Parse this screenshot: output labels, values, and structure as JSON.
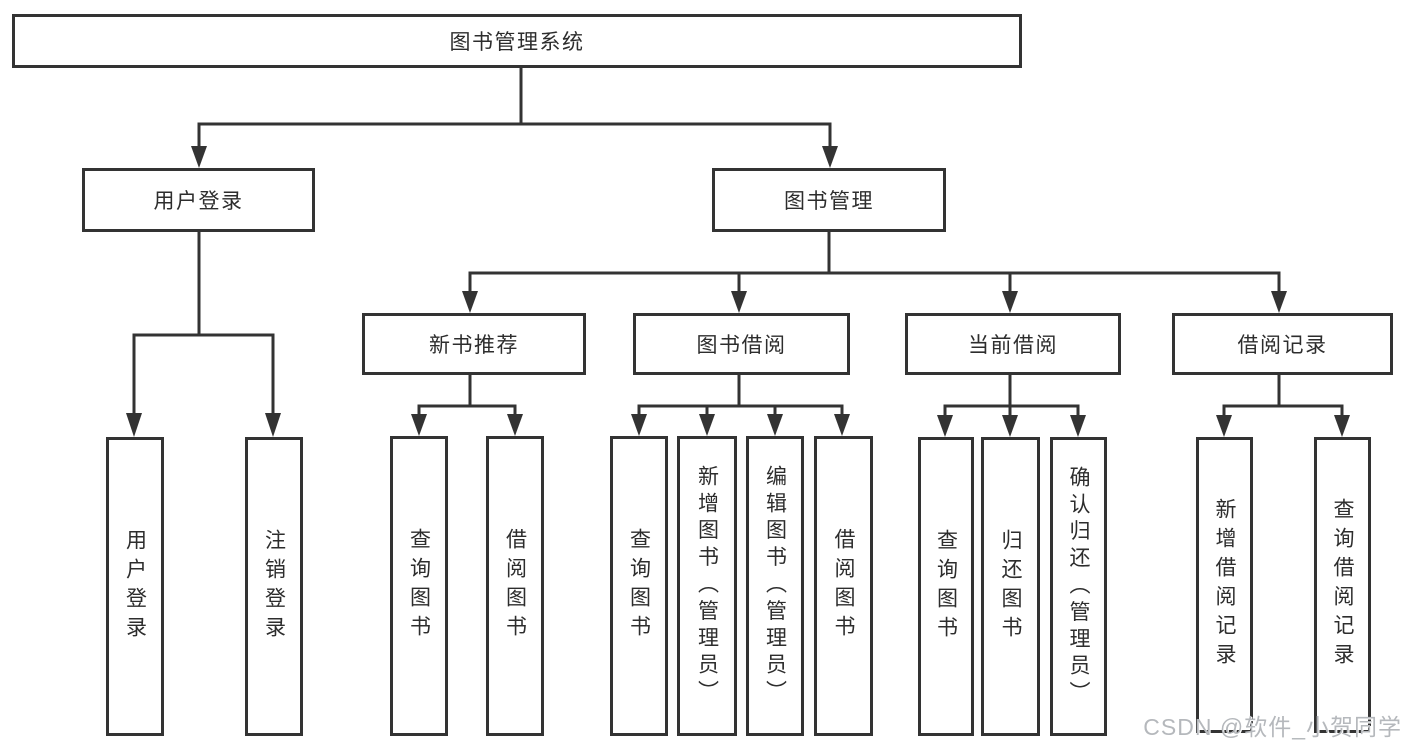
{
  "colors": {
    "line": "#333333",
    "text": "#2d2d2d",
    "background": "#ffffff",
    "watermark": "#b5b8bc"
  },
  "watermark": "CSDN @软件_小贺同学",
  "tree": {
    "root": {
      "label": "图书管理系统",
      "children": [
        {
          "label": "用户登录",
          "children": [
            {
              "label": "用户登录"
            },
            {
              "label": "注销登录"
            }
          ]
        },
        {
          "label": "图书管理",
          "children": [
            {
              "label": "新书推荐",
              "children": [
                {
                  "label": "查询图书"
                },
                {
                  "label": "借阅图书"
                }
              ]
            },
            {
              "label": "图书借阅",
              "children": [
                {
                  "label": "查询图书"
                },
                {
                  "label": "新增图书（管理员）"
                },
                {
                  "label": "编辑图书（管理员）"
                },
                {
                  "label": "借阅图书"
                }
              ]
            },
            {
              "label": "当前借阅",
              "children": [
                {
                  "label": "查询图书"
                },
                {
                  "label": "归还图书"
                },
                {
                  "label": "确认归还（管理员）"
                }
              ]
            },
            {
              "label": "借阅记录",
              "children": [
                {
                  "label": "新增借阅记录"
                },
                {
                  "label": "查询借阅记录"
                }
              ]
            }
          ]
        }
      ]
    }
  }
}
